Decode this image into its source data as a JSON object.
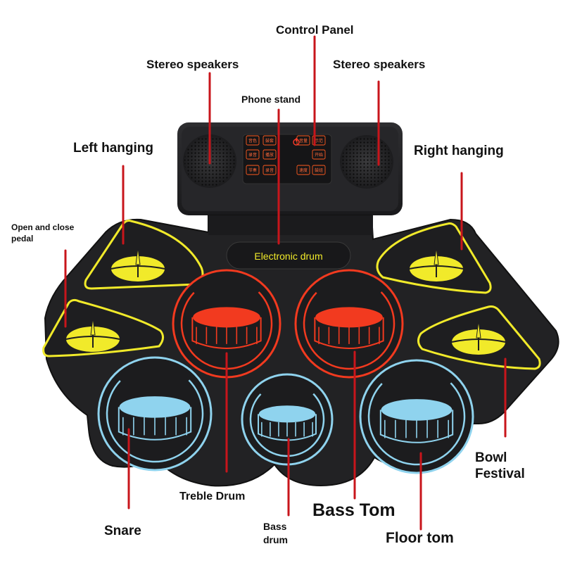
{
  "colors": {
    "pad_body": "#232325",
    "pad_edge": "#151517",
    "cymbal": "#f1ea2a",
    "red_drum": "#f23a1f",
    "blue_drum": "#8fd3ee",
    "pointer": "#c8151b",
    "panel_glow": "#ff5a1f"
  },
  "labels": {
    "control_panel": "Control Panel",
    "stereo_left": "Stereo speakers",
    "stereo_right": "Stereo speakers",
    "phone_stand": "Phone stand",
    "left_hanging": "Left hanging",
    "right_hanging": "Right hanging",
    "pedal_line1": "Open and close",
    "pedal_line2": "pedal",
    "bowl_line1": "Bowl",
    "bowl_line2": "Festival",
    "treble_drum": "Treble Drum",
    "bass_tom": "Bass Tom",
    "snare": "Snare",
    "bass_drum_line1": "Bass",
    "bass_drum_line2": "drum",
    "floor_tom": "Floor tom"
  },
  "device": {
    "name_plate": "Electronic drum",
    "panel_buttons": [
      "音色",
      "鼓套",
      "音量",
      "示范曲",
      "录音",
      "播放",
      "开始停止",
      "节奏",
      "录音",
      "速度",
      "鼓组"
    ]
  },
  "icons": [
    "speaker-grille-icon",
    "power-icon",
    "cymbal-icon",
    "drum-icon"
  ]
}
